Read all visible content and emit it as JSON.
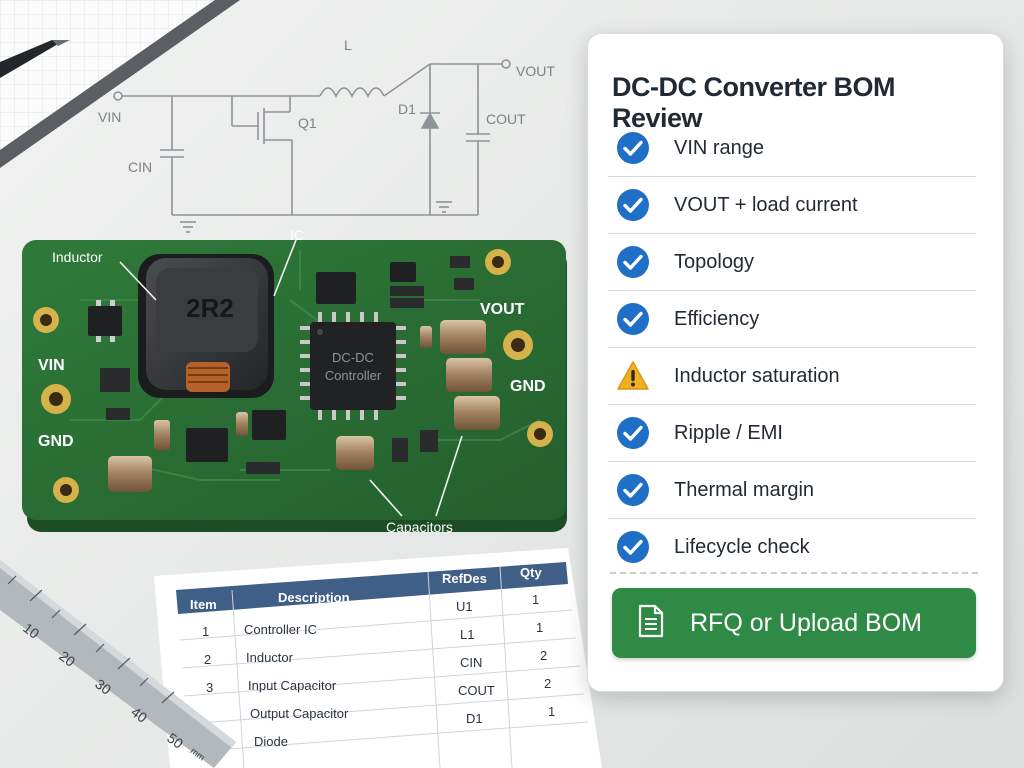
{
  "schematic": {
    "vin": "VIN",
    "vout": "VOUT",
    "l": "L",
    "q1": "Q1",
    "d1": "D1",
    "cin": "CIN",
    "cout": "COUT"
  },
  "board": {
    "inductor_marking": "2R2",
    "controller_line1": "DC-DC",
    "controller_line2": "Controller",
    "pad_vin": "VIN",
    "pad_gnd_left": "GND",
    "pad_vout": "VOUT",
    "pad_gnd_right": "GND",
    "callout_inductor": "Inductor",
    "callout_ic": "IC",
    "callout_capacitors": "Capacitors"
  },
  "bom_table": {
    "headers": [
      "Item",
      "Description",
      "RefDes",
      "Qty"
    ],
    "rows": [
      {
        "item": "1",
        "description": "Controller IC",
        "refdes": "U1",
        "qty": "1"
      },
      {
        "item": "2",
        "description": "Inductor",
        "refdes": "L1",
        "qty": "1"
      },
      {
        "item": "3",
        "description": "Input Capacitor",
        "refdes": "CIN",
        "qty": "2"
      },
      {
        "item": "",
        "description": "Output Capacitor",
        "refdes": "COUT",
        "qty": "2"
      },
      {
        "item": "",
        "description": "Diode",
        "refdes": "D1",
        "qty": "1"
      }
    ]
  },
  "ruler": {
    "ticks": [
      "10",
      "20",
      "30",
      "40",
      "50"
    ],
    "unit": "mm"
  },
  "review_panel": {
    "title": "DC-DC Converter BOM Review",
    "items": [
      {
        "label": "VIN range",
        "status": "ok"
      },
      {
        "label": "VOUT + load current",
        "status": "ok"
      },
      {
        "label": "Topology",
        "status": "ok"
      },
      {
        "label": "Efficiency",
        "status": "ok"
      },
      {
        "label": "Inductor saturation",
        "status": "warning"
      },
      {
        "label": "Ripple / EMI",
        "status": "ok"
      },
      {
        "label": "Thermal margin",
        "status": "ok"
      },
      {
        "label": "Lifecycle check",
        "status": "ok"
      }
    ],
    "button_label": "RFQ or Upload BOM"
  },
  "colors": {
    "ok": "#1f6fc7",
    "warning": "#f2b01e",
    "button": "#2f8a46",
    "pcb": "#2a6b33"
  }
}
